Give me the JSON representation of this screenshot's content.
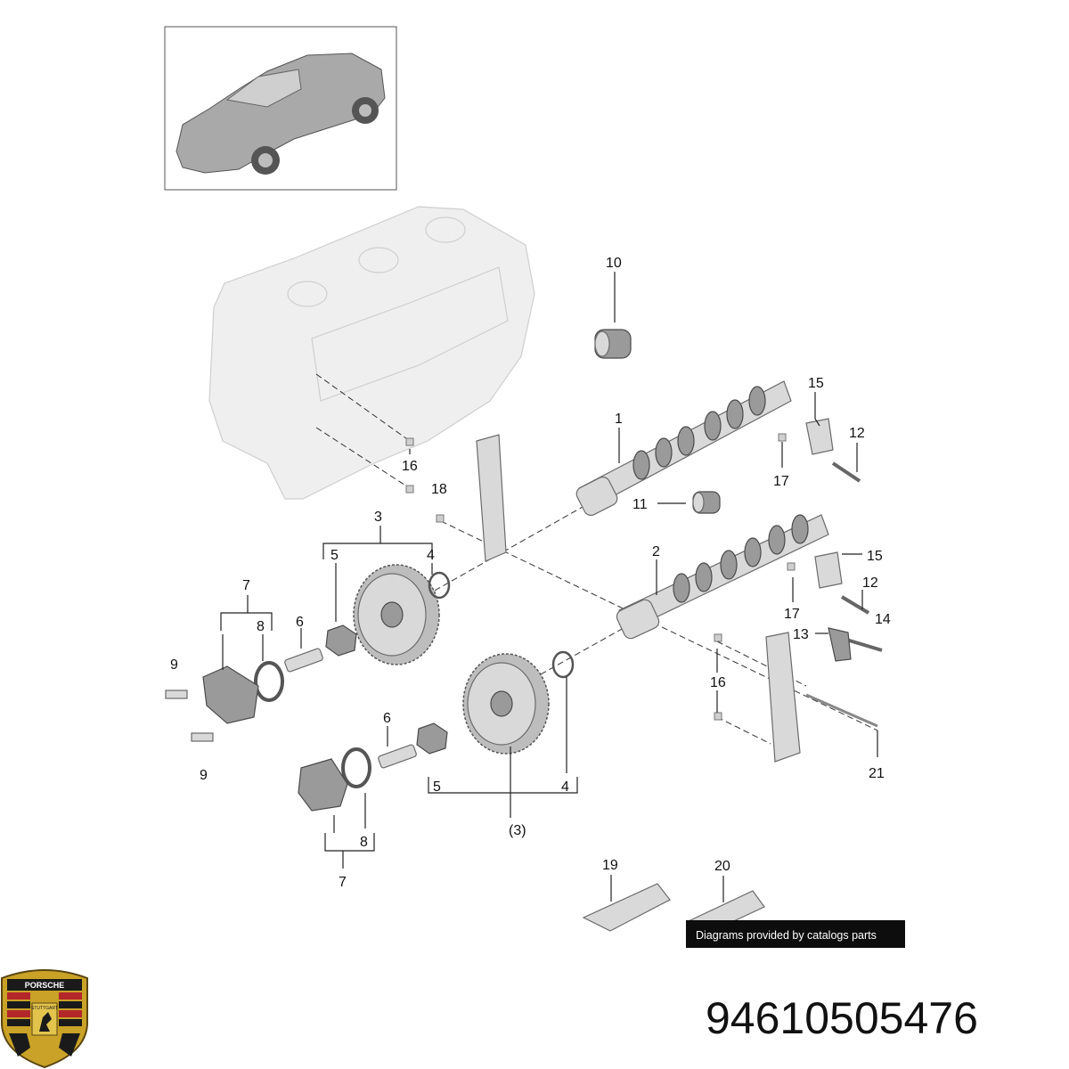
{
  "diagram": {
    "labels": [
      {
        "id": "l10",
        "text": "10"
      },
      {
        "id": "l1",
        "text": "1"
      },
      {
        "id": "l15a",
        "text": "15"
      },
      {
        "id": "l12a",
        "text": "12"
      },
      {
        "id": "l17a",
        "text": "17"
      },
      {
        "id": "l16a",
        "text": "16"
      },
      {
        "id": "l18",
        "text": "18"
      },
      {
        "id": "l11",
        "text": "11"
      },
      {
        "id": "l3a",
        "text": "3"
      },
      {
        "id": "l5a",
        "text": "5"
      },
      {
        "id": "l4a",
        "text": "4"
      },
      {
        "id": "l2",
        "text": "2"
      },
      {
        "id": "l15b",
        "text": "15"
      },
      {
        "id": "l12b",
        "text": "12"
      },
      {
        "id": "l14",
        "text": "14"
      },
      {
        "id": "l17b",
        "text": "17"
      },
      {
        "id": "l13",
        "text": "13"
      },
      {
        "id": "l7a",
        "text": "7"
      },
      {
        "id": "l8a",
        "text": "8"
      },
      {
        "id": "l6a",
        "text": "6"
      },
      {
        "id": "l9a",
        "text": "9"
      },
      {
        "id": "l9b",
        "text": "9"
      },
      {
        "id": "l16b",
        "text": "16"
      },
      {
        "id": "l6b",
        "text": "6"
      },
      {
        "id": "l21",
        "text": "21"
      },
      {
        "id": "l5b",
        "text": "5"
      },
      {
        "id": "l4b",
        "text": "4"
      },
      {
        "id": "l3b",
        "text": "(3)"
      },
      {
        "id": "l8b",
        "text": "8"
      },
      {
        "id": "l7b",
        "text": "7"
      },
      {
        "id": "l19",
        "text": "19"
      },
      {
        "id": "l20",
        "text": "20"
      }
    ]
  },
  "credit": "Diagrams provided by catalogs parts",
  "part_number": "94610505476",
  "logo": {
    "wordmark": "PORSCHE",
    "city": "STUTTGART"
  },
  "colors": {
    "part_fill": "#d9d9d9",
    "part_dark": "#9a9a9a",
    "credit_bg": "#0d0d0d",
    "crest_gold": "#c9a227",
    "crest_red": "#b3262a"
  }
}
